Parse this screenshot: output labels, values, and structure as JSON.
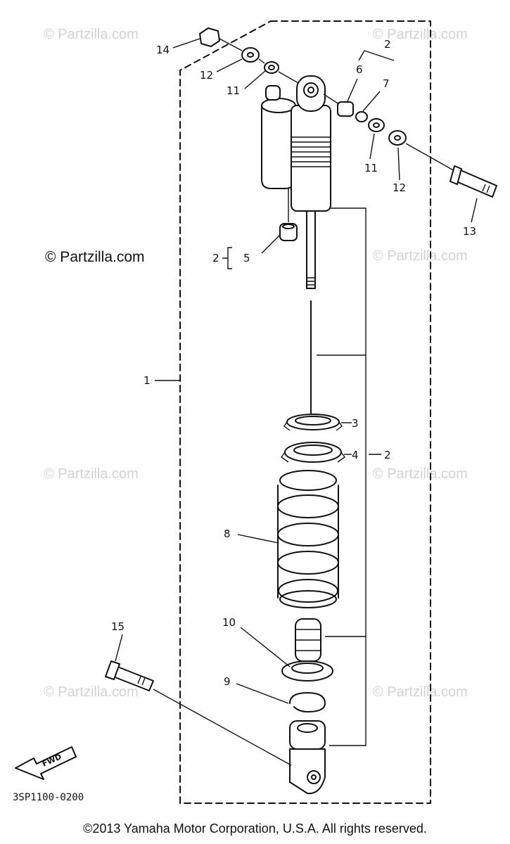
{
  "diagram": {
    "drawing_code": "3SP1100-0200",
    "forward_marker": "FWD",
    "copyright": "©2013 Yamaha Motor Corporation, U.S.A. All rights reserved.",
    "watermarks": {
      "text": "© Partzilla.com"
    },
    "callouts": {
      "c1": "1",
      "c2a": "2",
      "c2b": "2",
      "c2c": "2",
      "c3": "3",
      "c4": "4",
      "c5": "5",
      "c6": "6",
      "c7": "7",
      "c8": "8",
      "c9": "9",
      "c10": "10",
      "c11a": "11",
      "c11b": "11",
      "c12a": "12",
      "c12b": "12",
      "c13": "13",
      "c14": "14",
      "c15": "15"
    }
  }
}
